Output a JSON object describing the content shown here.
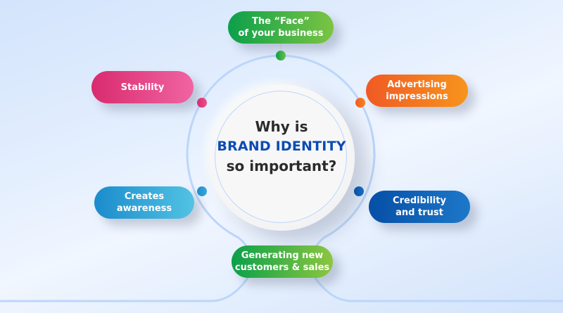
{
  "center": {
    "line1": "Why is",
    "line2": "BRAND IDENTITY",
    "line3": "so important?"
  },
  "nodes": [
    {
      "id": "face",
      "label": "The “Face”\nof your business",
      "color_from": "#0aa04a",
      "color_to": "#7cc443"
    },
    {
      "id": "stability",
      "label": "Stability",
      "color_from": "#d92b6e",
      "color_to": "#f064a2"
    },
    {
      "id": "advertising",
      "label": "Advertising\nimpressions",
      "color_from": "#f05a24",
      "color_to": "#f7941d"
    },
    {
      "id": "awareness",
      "label": "Creates\nawareness",
      "color_from": "#1b8ccc",
      "color_to": "#52c3e3"
    },
    {
      "id": "credibility",
      "label": "Credibility\nand trust",
      "color_from": "#064fa6",
      "color_to": "#1d78c9"
    },
    {
      "id": "generating",
      "label": "Generating new\ncustomers & sales",
      "color_from": "#0aa04a",
      "color_to": "#8cc63f"
    }
  ],
  "colors": {
    "ring": "#bcd6fb",
    "brand_text": "#0b4cb3",
    "dark_text": "#2b2b2b"
  }
}
